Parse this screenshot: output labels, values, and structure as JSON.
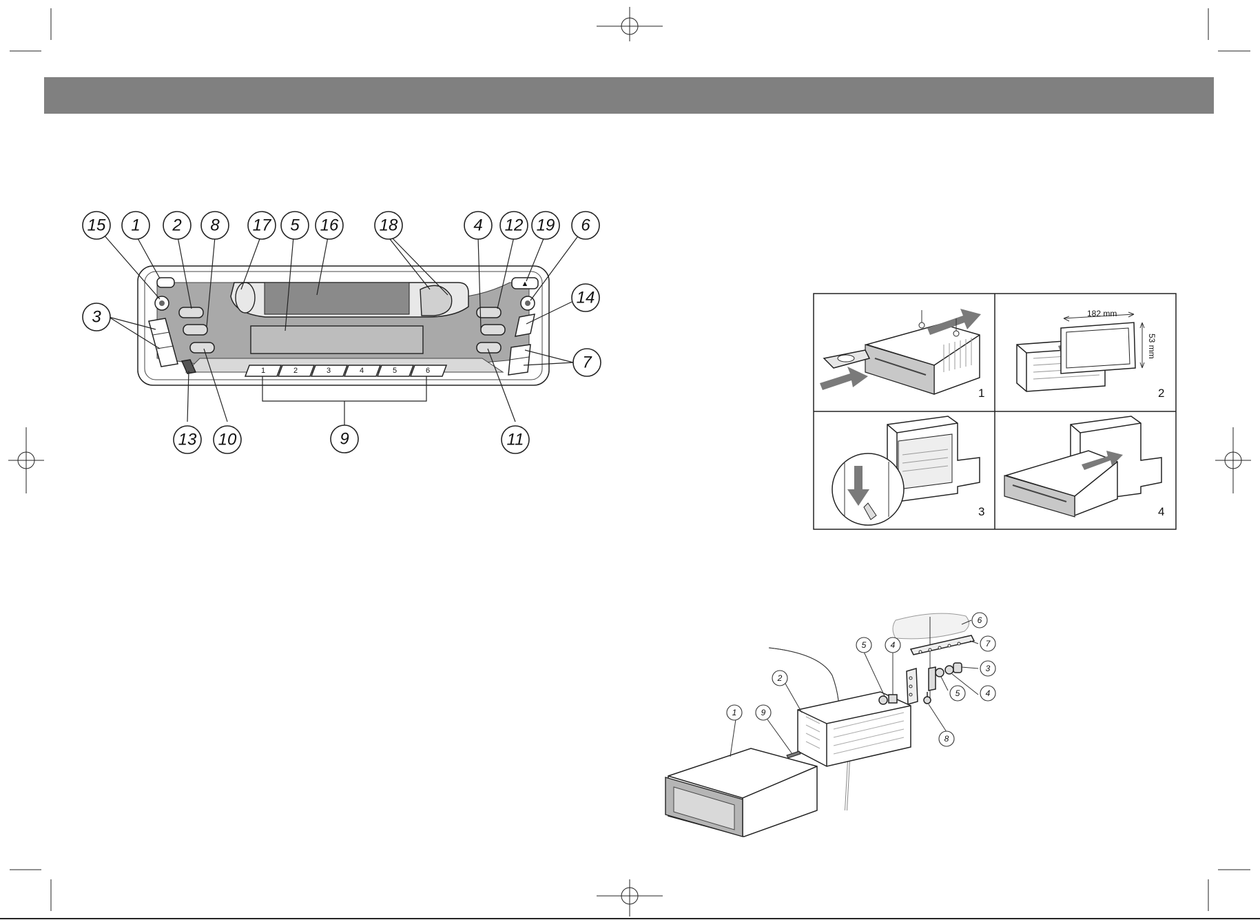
{
  "header_bar": {
    "color": "#808080"
  },
  "front_panel": {
    "callouts": [
      {
        "id": "15",
        "label": "15"
      },
      {
        "id": "1",
        "label": "1"
      },
      {
        "id": "2",
        "label": "2"
      },
      {
        "id": "8",
        "label": "8"
      },
      {
        "id": "17",
        "label": "17"
      },
      {
        "id": "5",
        "label": "5"
      },
      {
        "id": "16",
        "label": "16"
      },
      {
        "id": "18",
        "label": "18"
      },
      {
        "id": "4",
        "label": "4"
      },
      {
        "id": "12",
        "label": "12"
      },
      {
        "id": "19",
        "label": "19"
      },
      {
        "id": "6",
        "label": "6"
      },
      {
        "id": "14",
        "label": "14"
      },
      {
        "id": "3",
        "label": "3"
      },
      {
        "id": "7",
        "label": "7"
      },
      {
        "id": "13",
        "label": "13"
      },
      {
        "id": "10",
        "label": "10"
      },
      {
        "id": "9",
        "label": "9"
      },
      {
        "id": "11",
        "label": "11"
      }
    ],
    "presets": [
      "1",
      "2",
      "3",
      "4",
      "5",
      "6"
    ],
    "eject_symbol": "▲"
  },
  "installation_steps": {
    "steps": [
      {
        "number": "1"
      },
      {
        "number": "2"
      },
      {
        "number": "3"
      },
      {
        "number": "4"
      }
    ],
    "width_dim": "182 mm",
    "height_dim": "53 mm"
  },
  "exploded_view": {
    "callouts": [
      {
        "id": "1",
        "label": "1"
      },
      {
        "id": "9",
        "label": "9"
      },
      {
        "id": "2",
        "label": "2"
      },
      {
        "id": "5a",
        "label": "5"
      },
      {
        "id": "4a",
        "label": "4"
      },
      {
        "id": "6",
        "label": "6"
      },
      {
        "id": "7",
        "label": "7"
      },
      {
        "id": "3",
        "label": "3"
      },
      {
        "id": "5b",
        "label": "5"
      },
      {
        "id": "4b",
        "label": "4"
      },
      {
        "id": "8",
        "label": "8"
      }
    ]
  }
}
